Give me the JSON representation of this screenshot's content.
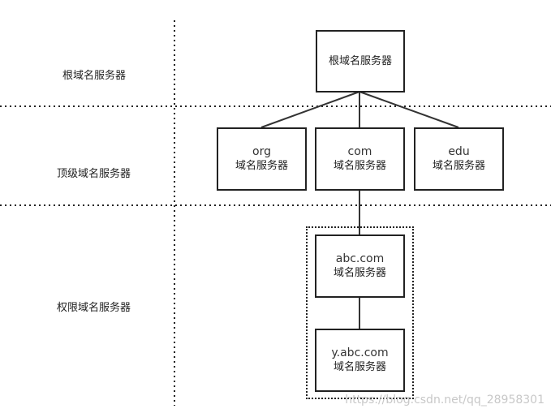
{
  "levels": {
    "root": "根域名服务器",
    "tld": "顶级域名服务器",
    "authoritative": "权限域名服务器"
  },
  "nodes": {
    "root": {
      "line2": "根域名服务器"
    },
    "org": {
      "line1": "org",
      "line2": "域名服务器"
    },
    "com": {
      "line1": "com",
      "line2": "域名服务器"
    },
    "edu": {
      "line1": "edu",
      "line2": "域名服务器"
    },
    "abc": {
      "line1": "abc.com",
      "line2": "域名服务器"
    },
    "yabc": {
      "line1": "y.abc.com",
      "line2": "域名服务器"
    }
  },
  "watermark": "https://blog.csdn.net/qq_28958301"
}
